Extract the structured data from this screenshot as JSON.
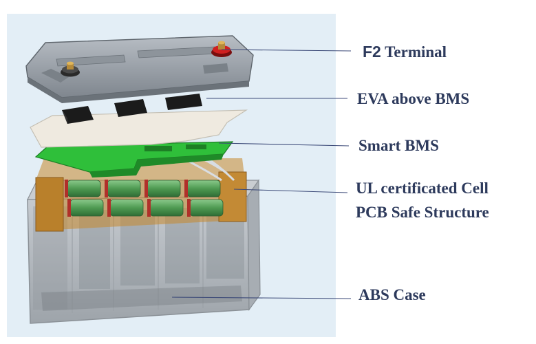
{
  "callouts": {
    "terminal": {
      "prefix": "F2",
      "rest": " Terminal"
    },
    "eva": "EVA above BMS",
    "bms": "Smart BMS",
    "cell": "UL certificated Cell",
    "pcb": "PCB Safe Structure",
    "case": "ABS Case"
  },
  "colors": {
    "panel_bg": "#e3eef6",
    "label_text": "#2d3a5c",
    "leader_line": "#3c4a78",
    "pcb_green": "#2fbf3a",
    "cell_green": "#4f9a52",
    "cell_copper": "#c7882c",
    "terminal_red": "#d02020",
    "lid_grey": "#9ca3ab",
    "case_grey": "#b9bdc2"
  }
}
